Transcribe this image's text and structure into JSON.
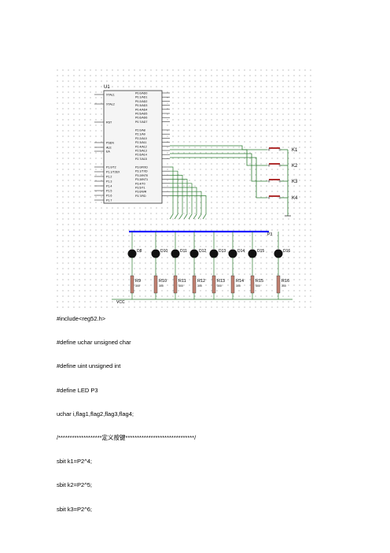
{
  "schematic": {
    "chip_ref": "U1",
    "chip_pins_left": [
      "XTAL1",
      "XTAL2",
      "RST",
      "PSEN",
      "ALE",
      "EA",
      "P1.0/T2",
      "P1.1/T2EX",
      "P1.2",
      "P1.3",
      "P1.4",
      "P1.5",
      "P1.6",
      "P1.7"
    ],
    "chip_pins_right": [
      "P0.0/AD0",
      "P0.1/AD1",
      "P0.2/AD2",
      "P0.3/AD3",
      "P0.4/AD4",
      "P0.5/AD5",
      "P0.6/AD6",
      "P0.7/AD7",
      "P2.0/A8",
      "P2.1/A9",
      "P2.2/A10",
      "P2.3/A11",
      "P2.4/A12",
      "P2.5/A13",
      "P2.6/A14",
      "P2.7/A15",
      "P3.0/RXD",
      "P3.1/TXD",
      "P3.2/INT0",
      "P3.3/INT1",
      "P3.4/T0",
      "P3.5/T1",
      "P3.6/WR",
      "P3.7/RD"
    ],
    "keys": [
      "K1",
      "K2",
      "K3",
      "K4"
    ],
    "leds": [
      "D8",
      "D10",
      "D11",
      "D12",
      "D13",
      "D14",
      "D15",
      "D16"
    ],
    "resistors": [
      "R9",
      "R10",
      "R11",
      "R12",
      "R13",
      "R14",
      "R15",
      "R16"
    ],
    "resistor_value": "300",
    "bus_label": "P3",
    "vcc_label": "VCC",
    "colors": {
      "wire": "#2e7d32",
      "bus": "#1a1aff",
      "chip": "#f5f5f5",
      "led": "#111111",
      "resistor": "#c08070"
    }
  },
  "code_lines": [
    "#include<reg52.h>",
    "#define uchar unsigned char",
    "#define uint unsigned int",
    "#define LED P3",
    "uchar i,flag1,flag2,flag3,flag4;",
    "/*******************定义按键******************************/",
    "sbit k1=P2^4;",
    "sbit k2=P2^5;",
    "sbit k3=P2^6;"
  ]
}
